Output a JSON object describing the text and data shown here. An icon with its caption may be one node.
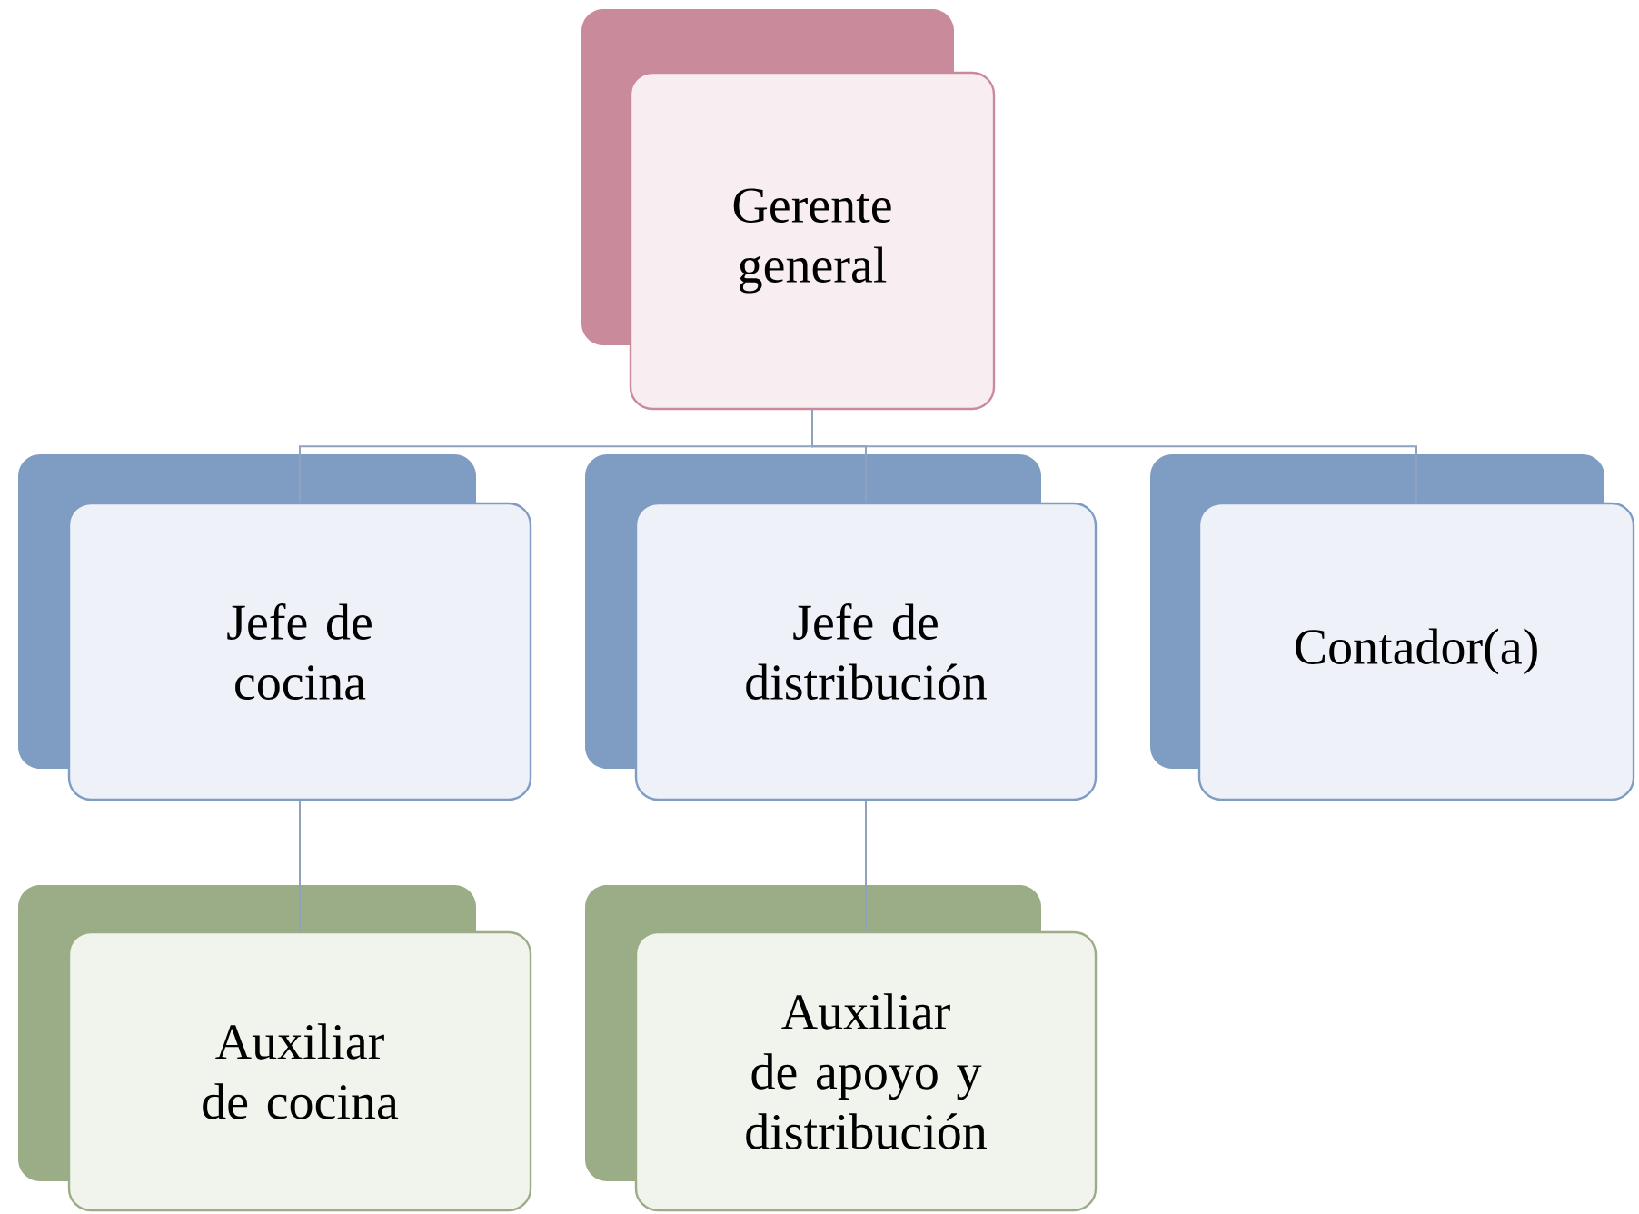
{
  "diagram": {
    "nodes": [
      {
        "text": [
          "Gerente general"
        ]
      },
      {
        "text": [
          "Jefe de cocina"
        ]
      },
      {
        "text": [
          "Jefe de distribución"
        ]
      },
      {
        "text": [
          "Contador(a)"
        ]
      },
      {
        "text": [
          "Auxiliar de cocina"
        ]
      },
      {
        "text": [
          "Auxiliar de apoyo y distribución"
        ]
      }
    ],
    "edges": [
      {
        "from": 0,
        "to": 1,
        "arrow": "none"
      },
      {
        "from": 0,
        "to": 2,
        "arrow": "none"
      },
      {
        "from": 0,
        "to": 3,
        "arrow": "none"
      },
      {
        "from": 1,
        "to": 4,
        "arrow": "none"
      },
      {
        "from": 2,
        "to": 5,
        "arrow": "none"
      }
    ]
  }
}
